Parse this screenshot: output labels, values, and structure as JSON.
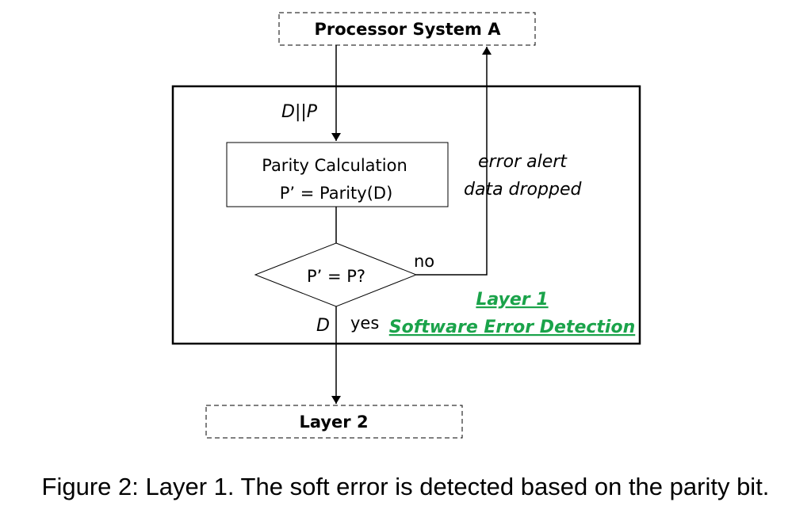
{
  "nodes": {
    "top_box": "Processor System A",
    "bottom_box": "Layer 2",
    "parity_title": "Parity Calculation",
    "parity_formula": "P’ = Parity(D)",
    "decision": "P’ = P?"
  },
  "edges": {
    "input_label": "D||P",
    "no_label": "no",
    "yes_label": "yes",
    "output_label": "D",
    "error_line1": "error alert",
    "error_line2": "data dropped"
  },
  "layer": {
    "title": "Layer 1",
    "subtitle": "Software Error Detection",
    "accent_color": "#1aa34a"
  },
  "caption": "Figure 2: Layer 1. The soft error is detected based on the parity bit."
}
